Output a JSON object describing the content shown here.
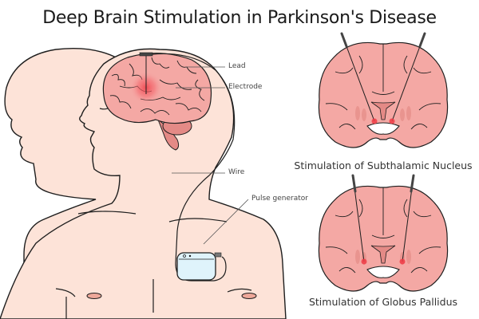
{
  "title": "Deep Brain Stimulation in Parkinson's Disease",
  "labels": {
    "lead": "Lead",
    "electrode": "Electrode",
    "wire": "Wire",
    "pulse_generator": "Pulse generator"
  },
  "panels": [
    {
      "caption": "Stimulation of Subthalamic Nucleus",
      "target": "subthalamic-nucleus"
    },
    {
      "caption": "Stimulation of Globus Pallidus",
      "target": "globus-pallidus"
    }
  ],
  "colors": {
    "skin": "#fde3d8",
    "brain": "#f4a8a4",
    "brain_dark": "#e48a86",
    "stimulation": "#f03c46",
    "device": "#dff3fb",
    "outline": "#1e1e1e"
  }
}
